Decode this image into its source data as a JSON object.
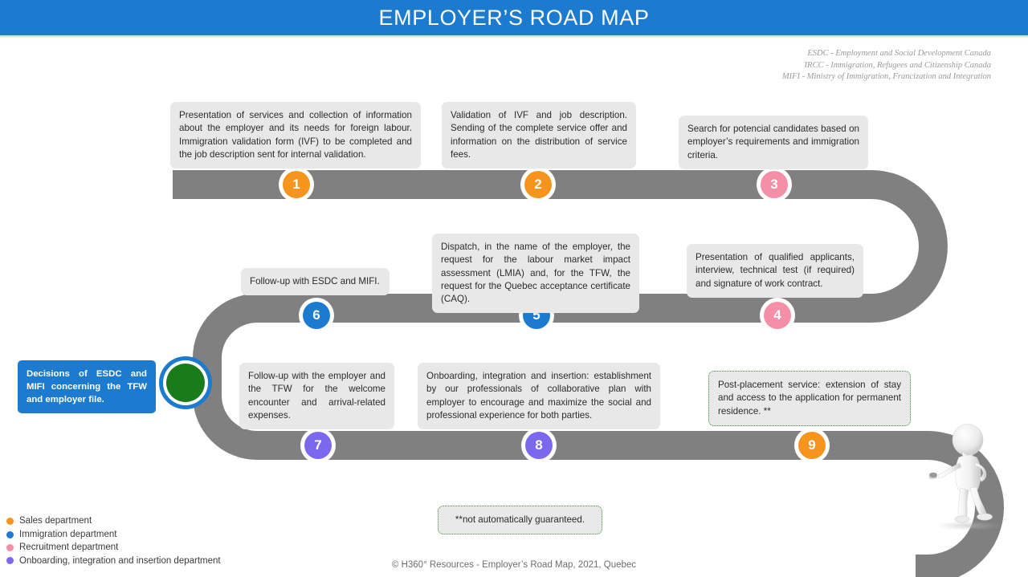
{
  "header": {
    "title": "EMPLOYER’S ROAD MAP",
    "bar_color": "#1c7bce"
  },
  "acronyms": [
    "ESDC - Employment and Social Development Canada",
    "IRCC - Immigration, Refugees and Citizenship Canada",
    "MIFI - Ministry of Immigration, Francization and Integration"
  ],
  "steps": [
    {
      "number": "1",
      "color": "#f7941e",
      "department": "Sales department"
    },
    {
      "number": "2",
      "color": "#f7941e",
      "department": "Sales department"
    },
    {
      "number": "3",
      "color": "#f58fa8",
      "department": "Recruitment department"
    },
    {
      "number": "4",
      "color": "#f58fa8",
      "department": "Recruitment department"
    },
    {
      "number": "5",
      "color": "#1c7bce",
      "department": "Immigration department"
    },
    {
      "number": "6",
      "color": "#1c7bce",
      "department": "Immigration department"
    },
    {
      "number": "7",
      "color": "#7b68ee",
      "department": "Onboarding, integration and insertion department"
    },
    {
      "number": "8",
      "color": "#7b68ee",
      "department": "Onboarding, integration and insertion department"
    },
    {
      "number": "9",
      "color": "#f7941e",
      "department": "Sales department"
    }
  ],
  "callouts": {
    "step1": "Presentation of services and collection of information about the employer and its needs for foreign labour. Immigration validation form (IVF) to be completed and the job description sent for internal validation.",
    "step2": "Validation of IVF and job description. Sending of the complete service offer and information on the distribution of service fees.",
    "step3": "Search for potencial candidates based on employer’s requirements and immigration criteria.",
    "step4": "Presentation of qualified applicants, interview, technical test (if required) and signature of work contract.",
    "step5": "Dispatch, in the name of the employer, the request for the labour market impact assessment (LMIA) and, for the TFW, the request for the Quebec acceptance certificate (CAQ).",
    "step6": "Follow-up with ESDC and MIFI.",
    "step7": "Follow-up with the employer and the TFW for the welcome encounter and arrival-related expenses.",
    "step8": "Onboarding, integration and insertion: establishment by our professionals of collaborative plan with employer to encourage and maximize the social and professional experience for both parties.",
    "step9": "Post-placement service: extension of stay and access to the application for permanent residence. **"
  },
  "decision": {
    "text": "Decisions of ESDC and MIFI concerning the TFW and employer file.",
    "color": "#1c7bce"
  },
  "terminator": {
    "ring_color": "#1c7bce",
    "fill_color": "#197b19"
  },
  "footnote": "**not automatically guaranteed.",
  "legend": [
    {
      "label": "Sales department",
      "color": "#f7941e"
    },
    {
      "label": "Immigration department",
      "color": "#1c7bce"
    },
    {
      "label": "Recruitment department",
      "color": "#f58fa8"
    },
    {
      "label": "Onboarding, integration and insertion department",
      "color": "#7b68ee"
    }
  ],
  "copyright": "© H360° Resources - Employer’s Road Map, 2021, Quebec",
  "road": {
    "color": "#808080"
  }
}
